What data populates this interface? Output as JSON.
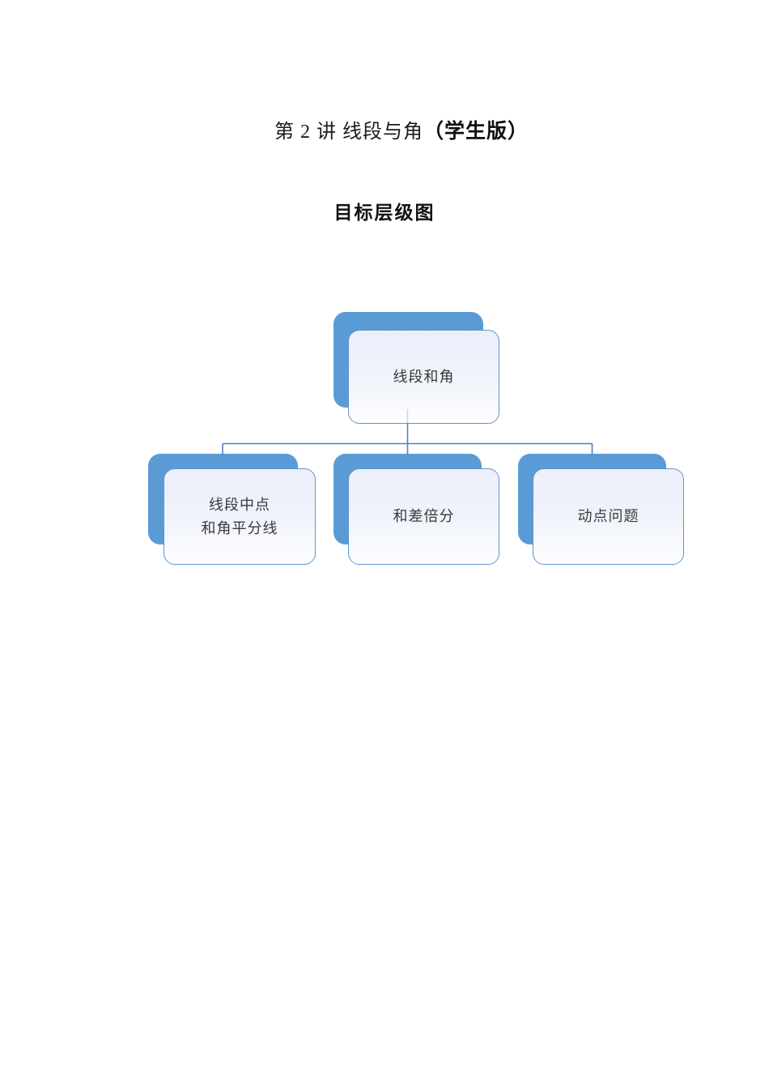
{
  "document": {
    "title_main": "第 2 讲 线段与角",
    "title_suffix": "（学生版）",
    "section_heading": "目标层级图"
  },
  "diagram": {
    "type": "hierarchy",
    "root": {
      "label": "线段和角"
    },
    "children": [
      {
        "line1": "线段中点",
        "line2": "和角平分线"
      },
      {
        "line1": "和差倍分"
      },
      {
        "line1": "动点问题"
      }
    ],
    "colors": {
      "accent_blue": "#5b9bd5",
      "node_border": "#5e95ce",
      "node_fill_top": "#ebeffa",
      "connector_blue": "#4e81bd",
      "label_text": "#3a3a3a"
    }
  }
}
